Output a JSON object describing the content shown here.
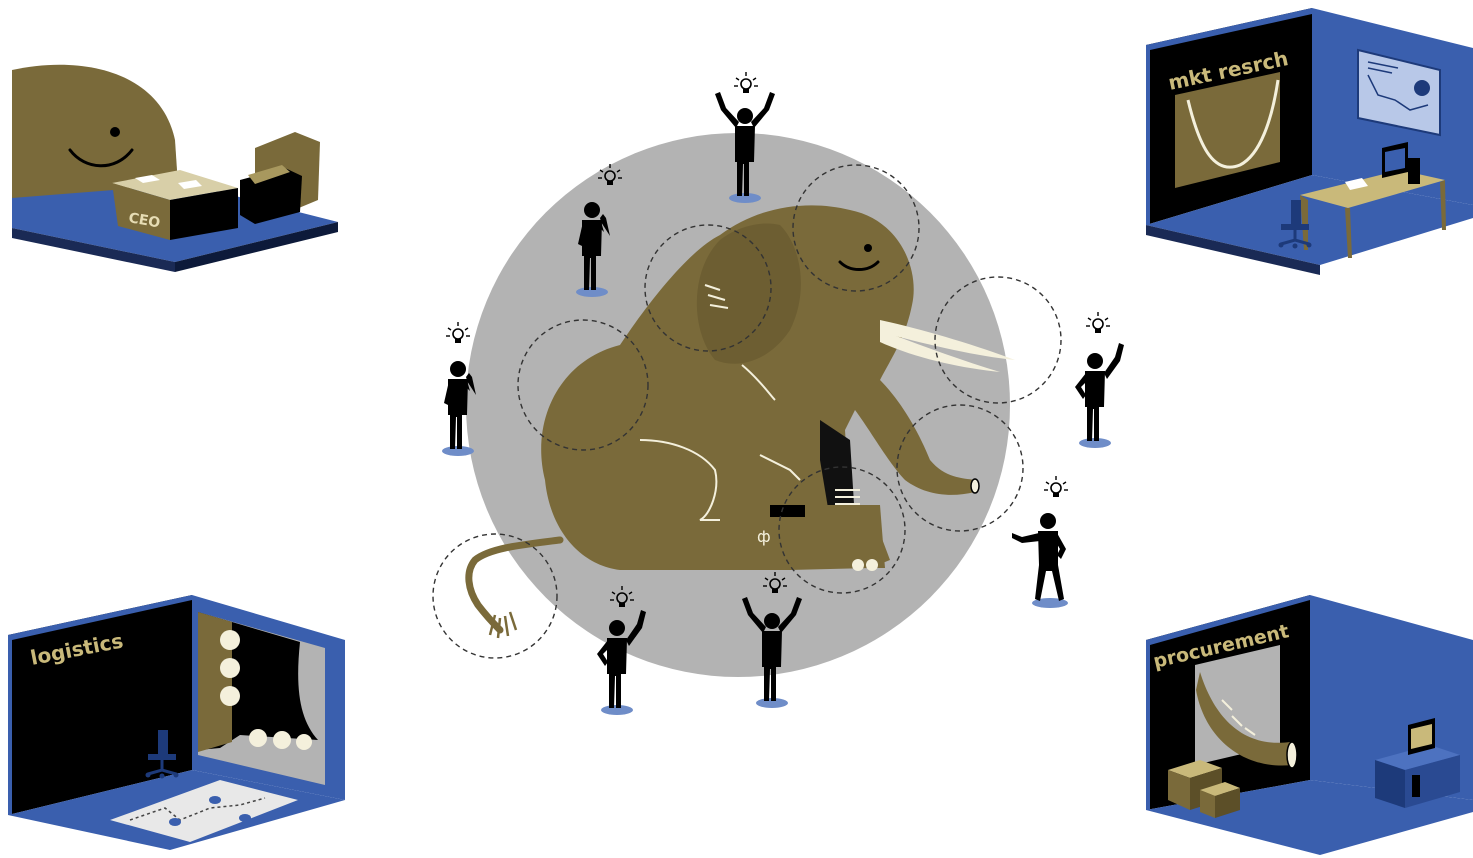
{
  "colors": {
    "elephant": "#7a6a3a",
    "elephant_light": "#f4f0dc",
    "room_blue": "#3a5fae",
    "room_dark": "#000000",
    "circle_gray": "#b3b3b3",
    "shadow_blue": "#6f8dc8",
    "bulb": "#000000"
  },
  "rooms": {
    "ceo": {
      "desk_label": "CEO"
    },
    "market_research": {
      "label": "mkt resrch"
    },
    "logistics": {
      "label": "logistics"
    },
    "procurement": {
      "label": "procurement"
    }
  },
  "icons": [
    "lightbulb-icon",
    "person-icon",
    "elephant",
    "chair-icon",
    "computer-icon",
    "boxes-icon",
    "map-icon"
  ]
}
